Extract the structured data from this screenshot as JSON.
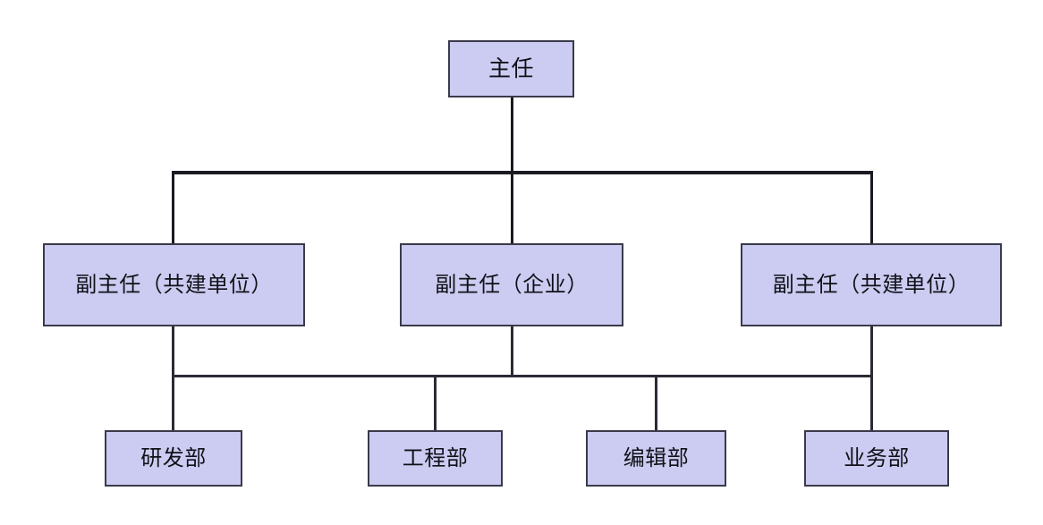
{
  "diagram": {
    "type": "org-chart",
    "title": "",
    "orientation": "top-down",
    "colors": {
      "node_fill": "#ccccf2",
      "node_border": "#3a3a4a",
      "connector": "#1a1a22",
      "background": "#ffffff",
      "text": "#111118"
    },
    "levels": [
      {
        "level": 1,
        "nodes": [
          {
            "id": "director",
            "label": "主任"
          }
        ]
      },
      {
        "level": 2,
        "nodes": [
          {
            "id": "deputy-coop-left",
            "label": "副主任（共建单位）"
          },
          {
            "id": "deputy-enterprise",
            "label": "副主任（企业）"
          },
          {
            "id": "deputy-coop-right",
            "label": "副主任（共建单位）"
          }
        ]
      },
      {
        "level": 3,
        "nodes": [
          {
            "id": "dept-rd",
            "label": "研发部"
          },
          {
            "id": "dept-engineering",
            "label": "工程部"
          },
          {
            "id": "dept-editorial",
            "label": "编辑部"
          },
          {
            "id": "dept-business",
            "label": "业务部"
          }
        ]
      }
    ],
    "edges": [
      {
        "from": "director",
        "to": "deputy-coop-left"
      },
      {
        "from": "director",
        "to": "deputy-enterprise"
      },
      {
        "from": "director",
        "to": "deputy-coop-right"
      },
      {
        "from": "deputy-coop-left",
        "to": "dept-rd"
      },
      {
        "from": "deputy-coop-left",
        "to": "dept-engineering"
      },
      {
        "from": "deputy-enterprise",
        "to": "dept-engineering"
      },
      {
        "from": "deputy-enterprise",
        "to": "dept-editorial"
      },
      {
        "from": "deputy-coop-right",
        "to": "dept-editorial"
      },
      {
        "from": "deputy-coop-right",
        "to": "dept-business"
      }
    ]
  }
}
